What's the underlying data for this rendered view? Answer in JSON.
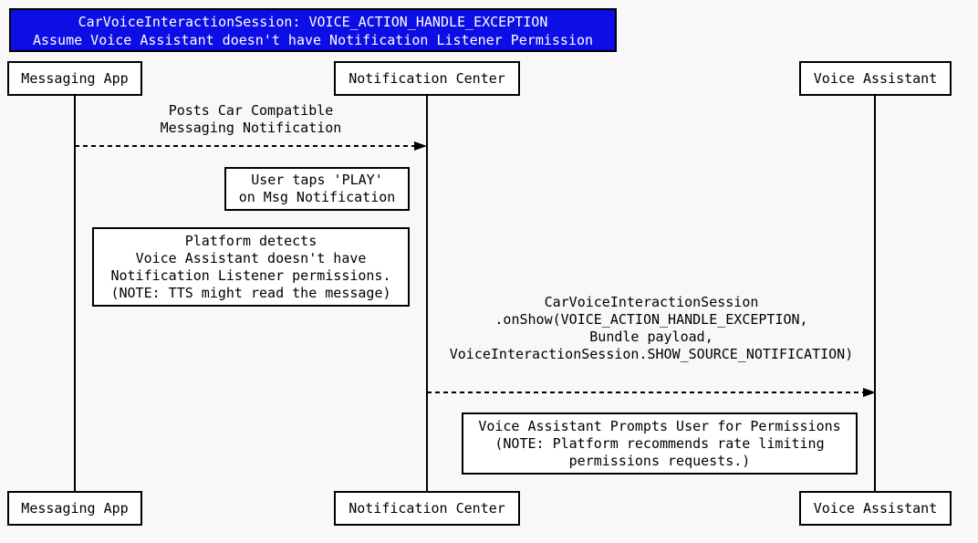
{
  "diagram": {
    "title": {
      "line1": "CarVoiceInteractionSession: VOICE_ACTION_HANDLE_EXCEPTION",
      "line2": "Assume Voice Assistant doesn't have Notification Listener Permission",
      "bg_color": "#0d0de6",
      "text_color": "#ffffff"
    },
    "actors": {
      "messaging_app": "Messaging App",
      "notification_center": "Notification Center",
      "voice_assistant": "Voice Assistant"
    },
    "messages": [
      {
        "from": "Messaging App",
        "to": "Notification Center",
        "line_style": "dashed",
        "lines": [
          "Posts Car Compatible",
          "Messaging Notification"
        ]
      },
      {
        "from": "Notification Center",
        "to": "Voice Assistant",
        "line_style": "dashed",
        "lines": [
          "CarVoiceInteractionSession",
          ".onShow(VOICE_ACTION_HANDLE_EXCEPTION,",
          "Bundle payload,",
          "VoiceInteractionSession.SHOW_SOURCE_NOTIFICATION)"
        ]
      }
    ],
    "notes": [
      {
        "near": "Notification Center",
        "lines": [
          "User taps 'PLAY'",
          "on Msg Notification"
        ]
      },
      {
        "near": "Notification Center",
        "lines": [
          "Platform detects",
          "Voice Assistant doesn't have",
          "Notification Listener permissions.",
          "(NOTE: TTS might read the message)"
        ]
      },
      {
        "near": "Voice Assistant",
        "lines": [
          "Voice Assistant Prompts User for Permissions",
          "(NOTE: Platform recommends rate limiting",
          "permissions requests.)"
        ]
      }
    ]
  }
}
